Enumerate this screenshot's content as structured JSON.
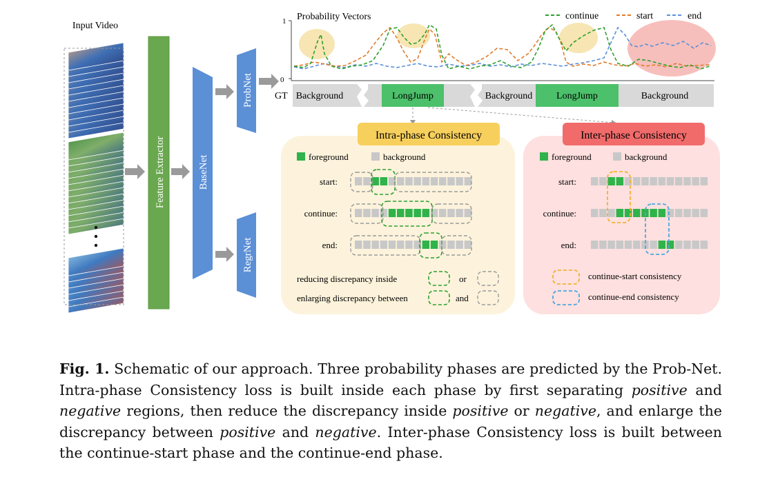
{
  "figure": {
    "input_label": "Input Video",
    "feature_extractor": "Feature Extractor",
    "basenet": "BaseNet",
    "probnet": "ProbNet",
    "regrnet": "RegrNet",
    "prob_title": "Probability Vectors",
    "y_tick_top": "1",
    "y_tick_bottom": "0",
    "legend": {
      "continue": "continue",
      "start": "start",
      "end": "end"
    },
    "colors": {
      "continue": "#2ca02c",
      "start": "#e07b2a",
      "end": "#5b8fd6",
      "green_box": "#7bb24a",
      "blue_box": "#5b8fd6",
      "fg": "#2fb34a",
      "bg": "#c8c8c8"
    },
    "gt": {
      "label": "GT",
      "segments": [
        "Background",
        "LongJump",
        "Background",
        "LongJump",
        "Background"
      ]
    },
    "intra": {
      "title": "Intra-phase Consistency",
      "fg_label": "foreground",
      "bg_label": "background",
      "rows": [
        "start:",
        "continue:",
        "end:"
      ],
      "legend1_text": "reducing  discrepancy inside",
      "legend1_conj": "or",
      "legend2_text": "enlarging discrepancy between",
      "legend2_conj": "and"
    },
    "inter": {
      "title": "Inter-phase Consistency",
      "fg_label": "foreground",
      "bg_label": "background",
      "rows": [
        "start:",
        "continue:",
        "end:"
      ],
      "legend1": "continue-start consistency",
      "legend2": "continue-end consistency"
    }
  },
  "caption": {
    "fig_label": "Fig. 1.",
    "p1": " Schematic of our approach. Three probability phases are predicted by the Prob-Net. Intra-phase Consistency loss is built inside each phase by first separating ",
    "positive1": "positive",
    "p2": " and ",
    "negative1": "negative",
    "p3": " regions, then reduce the discrepancy inside ",
    "positive2": "positive",
    "p4": " or ",
    "negative2": "negative",
    "p5": ", and enlarge the discrepancy between ",
    "positive3": "positive",
    "p6": " and ",
    "negative3": "negative",
    "p7": ". Inter-phase Consistency loss is built between the continue-start phase and the continue-end phase."
  }
}
